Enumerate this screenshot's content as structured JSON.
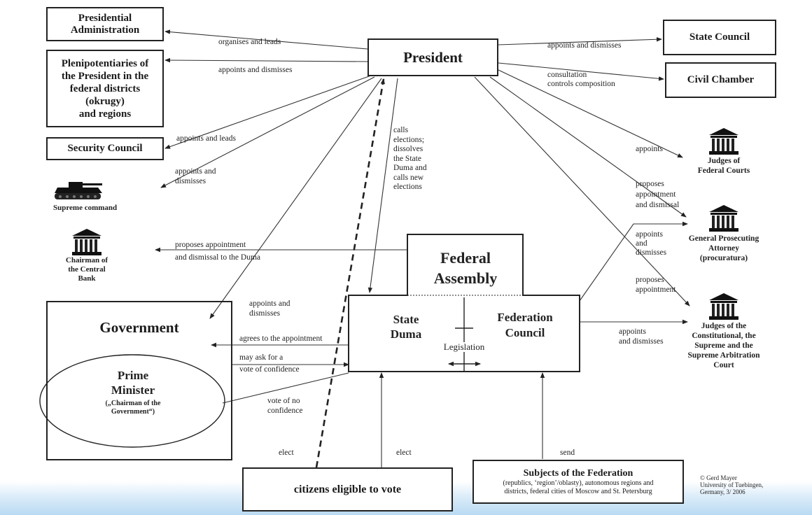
{
  "boxes": {
    "presidential_admin": "Presidential\nAdministration",
    "plenipotentiaries": "Plenipotentiaries of\nthe President in the\nfederal districts\n(okrugy)\nand regions",
    "security_council": "Security Council",
    "president": "President",
    "state_council": "State Council",
    "civil_chamber": "Civil Chamber",
    "federal_assembly": "Federal\nAssembly",
    "state_duma": "State\nDuma",
    "federation_council": "Federation\nCouncil",
    "legislation": "Legislation",
    "government": "Government",
    "prime_minister": "Prime\nMinister",
    "prime_minister_note": "(„Chairman of the\nGovernment“)",
    "citizens": "citizens eligible to vote",
    "subjects_title": "Subjects of the Federation",
    "subjects_desc": "(republics, ‘region’/oblasty), autonomous regions and\ndistricts, federal cities of Moscow and St. Petersburg"
  },
  "entities": {
    "supreme_command": "Supreme command",
    "central_bank": "Chairman of\nthe Central\nBank",
    "federal_courts": "Judges of\nFederal Courts",
    "prosecuting": "General Prosecuting\nAttorney\n(procuratura)",
    "constitutional": "Judges of the\nConstitutional, the\nSupreme and the\nSupreme Arbitration\nCourt"
  },
  "edge_labels": {
    "organises_and_leads": "organises and leads",
    "appoints_and_dismisses_1": "appoints and dismisses",
    "appoints_and_leads": "appoints and leads",
    "appoints_and_dismisses_2": "appoints and\ndismisses",
    "calls_elections": "calls\nelections;\ndissolves\nthe State\nDuma and\ncalls new\nelections",
    "appoints_and_dismisses_sc": "appoints and dismisses",
    "consultation": "consultation\ncontrols composition",
    "appoints_courts": "appoints",
    "proposes_appointment_dismissal": "proposes\nappointment\nand dismissal",
    "appoints_dismisses_fc": "appoints\nand\ndismisses",
    "proposes_appointment": "proposes\nappointment",
    "appoints_dismisses_const": "appoints\nand dismisses",
    "proposes_cb": "proposes appointment\nand dismissal to the Duma",
    "appoints_dismisses_gov": "appoints and\ndismisses",
    "agrees": "agrees to the appointment",
    "may_ask": "may ask for a\nvote of confidence",
    "vote_no_conf": "vote of no\nconfidence",
    "elect_1": "elect",
    "elect_2": "elect",
    "send": "send"
  },
  "credit": "© Gerd Mayer\nUniversity of Tuebingen,\nGermany, 3/ 2006"
}
